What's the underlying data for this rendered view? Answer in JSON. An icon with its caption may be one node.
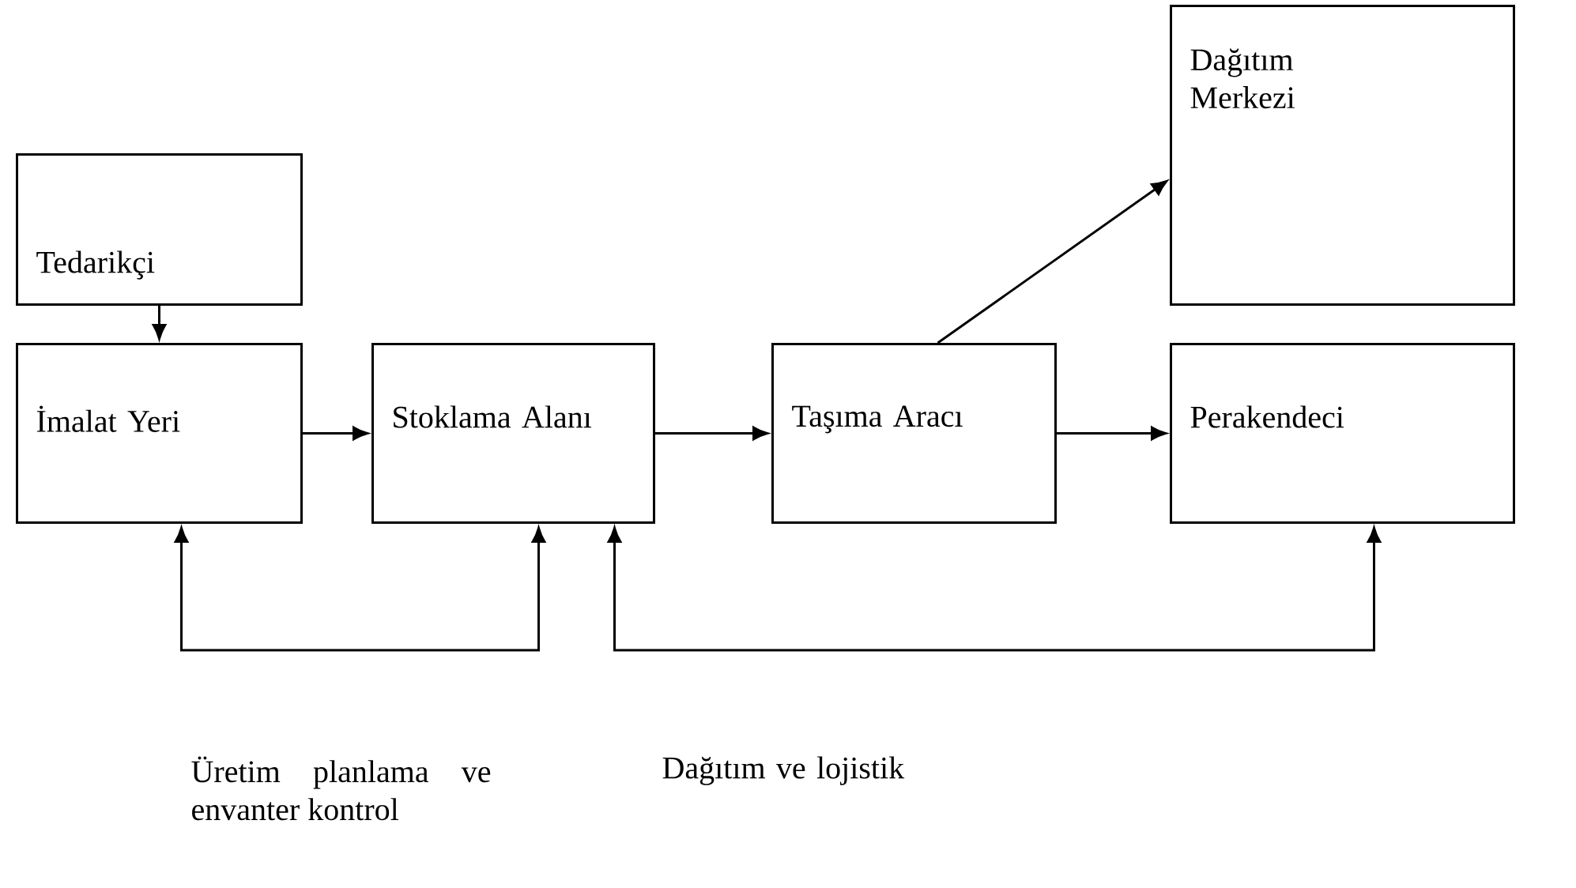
{
  "diagram": {
    "nodes": [
      {
        "text": [
          "Tedarikçi"
        ]
      },
      {
        "text": [
          "İmalat Yeri"
        ]
      },
      {
        "text": [
          "Stoklama Alanı"
        ]
      },
      {
        "text": [
          "Taşıma Aracı"
        ]
      },
      {
        "text": [
          "Perakendeci"
        ]
      },
      {
        "text": [
          "Dağıtım Merkezi"
        ]
      }
    ],
    "edges": [
      {
        "from": 0,
        "to": 1,
        "arrow": "to"
      },
      {
        "from": 1,
        "to": 2,
        "arrow": "to"
      },
      {
        "from": 2,
        "to": 3,
        "arrow": "to"
      },
      {
        "from": 3,
        "to": 4,
        "arrow": "to"
      },
      {
        "from": 3,
        "to": 5,
        "arrow": "to"
      },
      {
        "from": 1,
        "to": 2,
        "arrow": "both"
      },
      {
        "from": 2,
        "to": 4,
        "arrow": "both"
      }
    ],
    "labels": [
      "Üretim planlama ve envanter kontrol",
      "Dağıtım ve lojistik"
    ]
  }
}
